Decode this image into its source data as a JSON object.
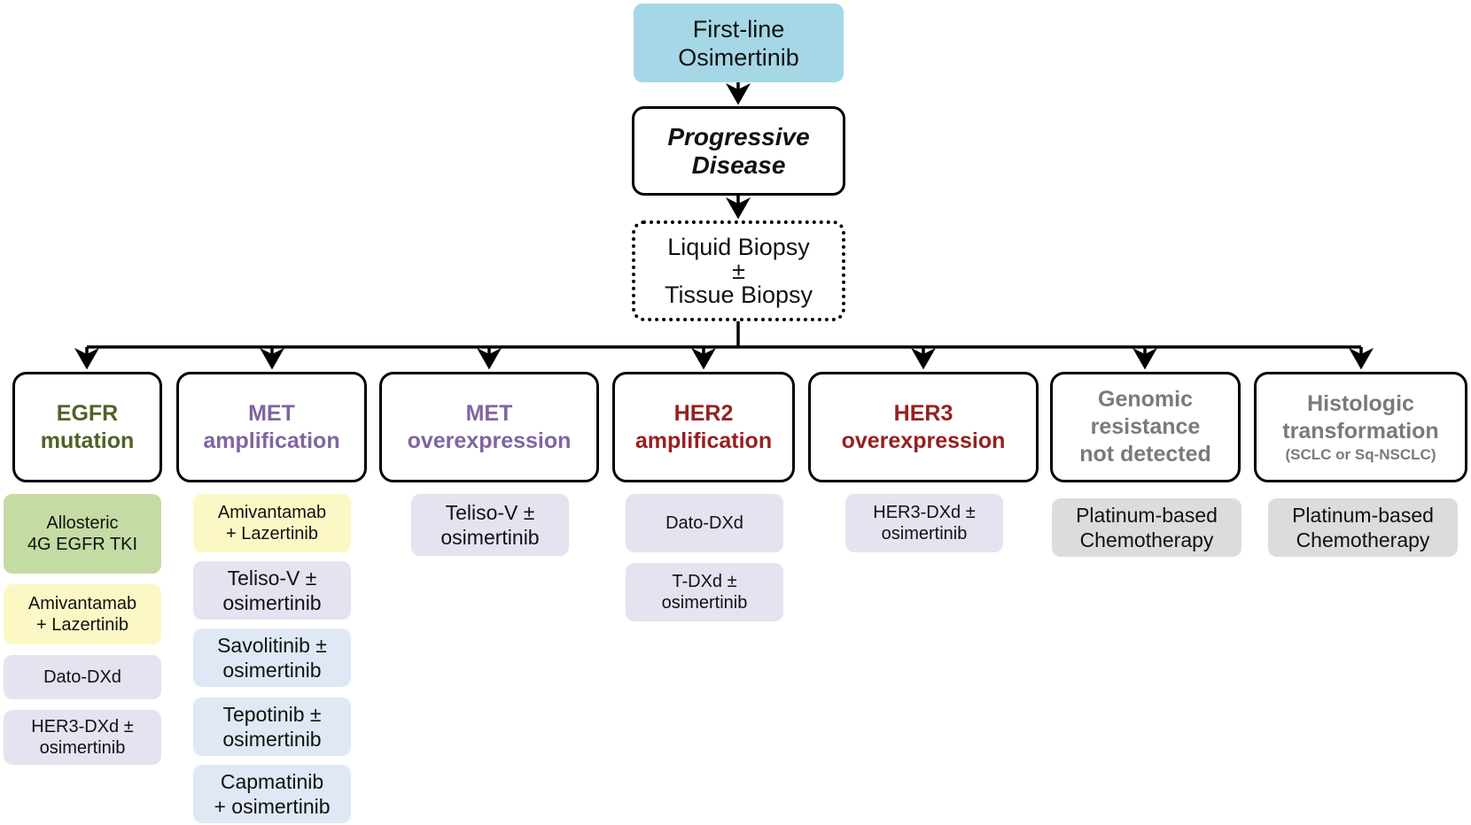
{
  "top_node": {
    "line1": "First-line",
    "line2": "Osimertinib"
  },
  "progressive_node": {
    "line1": "Progressive",
    "line2": "Disease"
  },
  "biopsy_node": {
    "line1": "Liquid Biopsy",
    "line2": "±",
    "line3": "Tissue Biopsy"
  },
  "categories": [
    {
      "line1": "EGFR",
      "line2": "mutation",
      "color": "#4f6228",
      "treatments": [
        {
          "line1": "Allosteric",
          "line2": "4G EGFR TKI",
          "fill": "#c5dba4"
        },
        {
          "line1": "Amivantamab",
          "line2": "+ Lazertinib",
          "fill": "#fbf8c5"
        },
        {
          "line1": "Dato-DXd",
          "fill": "#e6e2f0"
        },
        {
          "line1": "HER3-DXd ±",
          "line2": "osimertinib",
          "fill": "#e6e2f0"
        }
      ]
    },
    {
      "line1": "MET",
      "line2": "amplification",
      "color": "#8064a2",
      "treatments": [
        {
          "line1": "Amivantamab",
          "line2": "+ Lazertinib",
          "fill": "#fbf8c5"
        },
        {
          "line1": "Teliso-V ±",
          "line2": "osimertinib",
          "fill": "#e6e2f0"
        },
        {
          "line1": "Savolitinib ±",
          "line2": "osimertinib",
          "fill": "#e0e8f5"
        },
        {
          "line1": "Tepotinib ±",
          "line2": "osimertinib",
          "fill": "#e0e8f5"
        },
        {
          "line1": "Capmatinib",
          "line2": "+ osimertinib",
          "fill": "#e0e8f5"
        }
      ]
    },
    {
      "line1": "MET",
      "line2": "overexpression",
      "color": "#8064a2",
      "treatments": [
        {
          "line1": "Teliso-V ±",
          "line2": "osimertinib",
          "fill": "#e6e2f0"
        }
      ]
    },
    {
      "line1": "HER2",
      "line2": "amplification",
      "color": "#962020",
      "treatments": [
        {
          "line1": "Dato-DXd",
          "fill": "#e6e2f0"
        },
        {
          "line1": "T-DXd ±",
          "line2": "osimertinib",
          "fill": "#e6e2f0"
        }
      ]
    },
    {
      "line1": "HER3",
      "line2": "overexpression",
      "color": "#962020",
      "treatments": [
        {
          "line1": "HER3-DXd ±",
          "line2": "osimertinib",
          "fill": "#e6e2f0"
        }
      ]
    },
    {
      "line1": "Genomic",
      "line2": "resistance",
      "line3": "not detected",
      "color": "#7a7a7a",
      "treatments": [
        {
          "line1": "Platinum-based",
          "line2": "Chemotherapy",
          "fill": "#dcdcdc"
        }
      ]
    },
    {
      "line1": "Histologic",
      "line2": "transformation",
      "line3": "(SCLC or Sq-NSCLC)",
      "color": "#7a7a7a",
      "treatments": [
        {
          "line1": "Platinum-based",
          "line2": "Chemotherapy",
          "fill": "#dcdcdc"
        }
      ]
    }
  ]
}
